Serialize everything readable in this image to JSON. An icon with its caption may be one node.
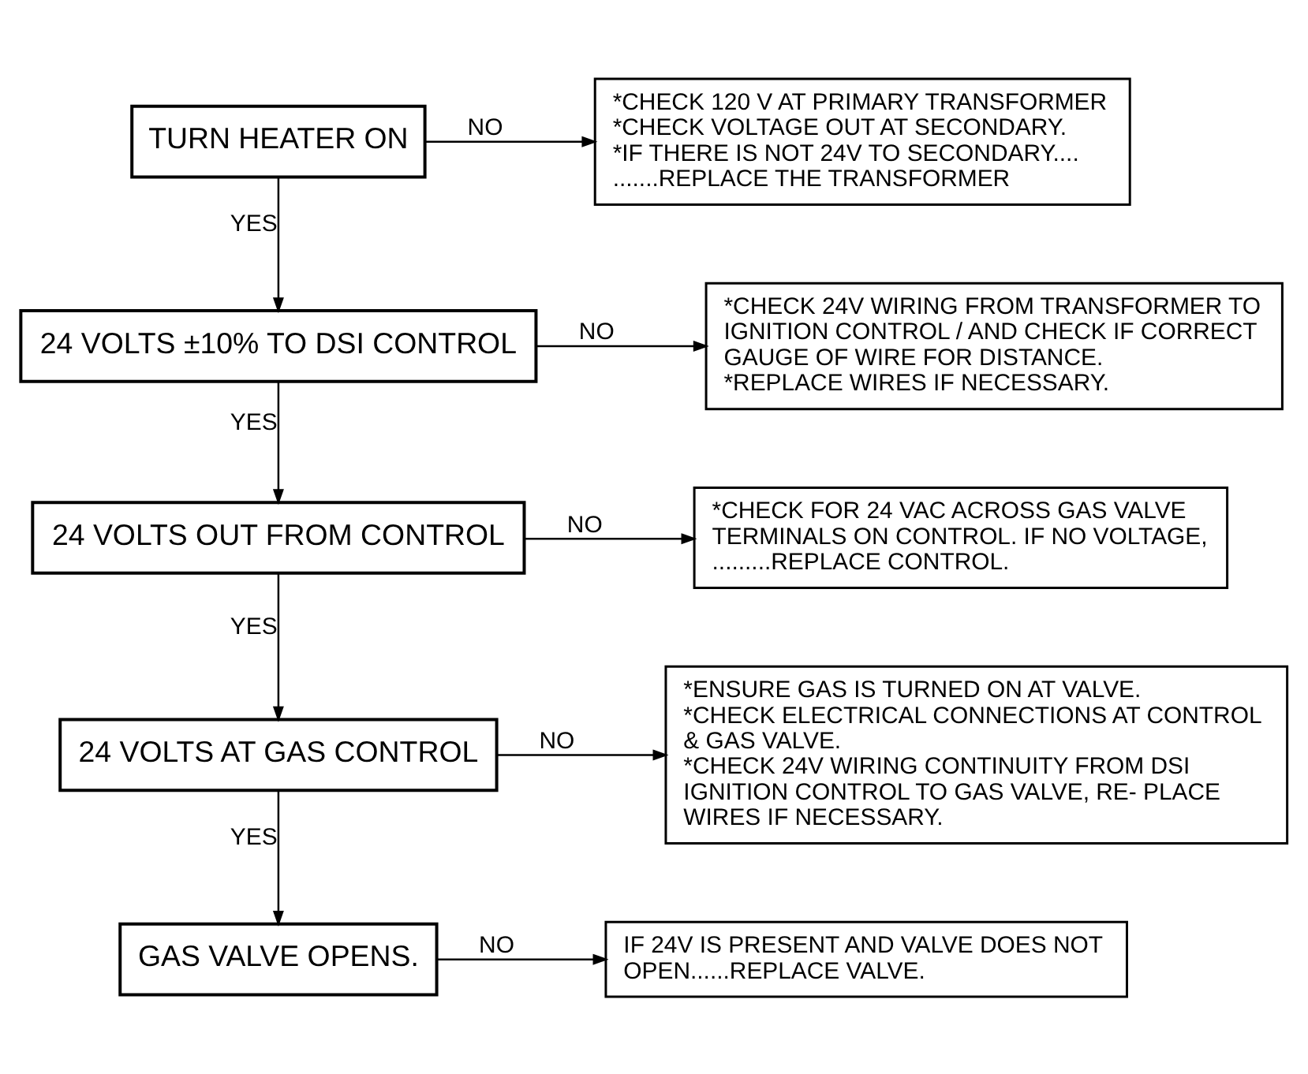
{
  "diagram": {
    "nodes": [
      {
        "text": [
          "TURN HEATER ON"
        ]
      },
      {
        "text": [
          "*CHECK 120 V AT PRIMARY TRANSFORMER",
          "*CHECK VOLTAGE OUT AT SECONDARY.",
          "*IF THERE IS NOT 24V TO SECONDARY.... .......REPLACE THE TRANSFORMER"
        ]
      },
      {
        "text": [
          "24 VOLTS ±10% TO DSI CONTROL"
        ]
      },
      {
        "text": [
          "*CHECK 24V WIRING FROM TRANSFORMER TO IGNITION CONTROL / AND CHECK IF CORRECT GAUGE OF WIRE FOR DISTANCE.",
          "*REPLACE WIRES IF NECESSARY."
        ]
      },
      {
        "text": [
          "24 VOLTS OUT FROM CONTROL"
        ]
      },
      {
        "text": [
          "*CHECK FOR 24 VAC ACROSS GAS VALVE TERMINALS ON CONTROL. IF NO VOLTAGE, .........REPLACE CONTROL."
        ]
      },
      {
        "text": [
          "24 VOLTS AT GAS CONTROL"
        ]
      },
      {
        "text": [
          "*ENSURE GAS IS TURNED ON AT VALVE.",
          "*CHECK ELECTRICAL CONNECTIONS AT CONTROL & GAS VALVE.",
          "*CHECK 24V WIRING CONTINUITY FROM DSI IGNITION CONTROL TO GAS VALVE, RE- PLACE WIRES IF NECESSARY."
        ]
      },
      {
        "text": [
          "GAS VALVE OPENS."
        ]
      },
      {
        "text": [
          "IF 24V IS PRESENT AND VALVE DOES NOT OPEN......REPLACE VALVE."
        ]
      }
    ],
    "edges": [
      {
        "from": 0,
        "to": 1,
        "arrow": "to",
        "label": "NO"
      },
      {
        "from": 0,
        "to": 2,
        "arrow": "to",
        "label": "YES"
      },
      {
        "from": 2,
        "to": 3,
        "arrow": "to",
        "label": "NO"
      },
      {
        "from": 2,
        "to": 4,
        "arrow": "to",
        "label": "YES"
      },
      {
        "from": 4,
        "to": 5,
        "arrow": "to",
        "label": "NO"
      },
      {
        "from": 4,
        "to": 6,
        "arrow": "to",
        "label": "YES"
      },
      {
        "from": 6,
        "to": 7,
        "arrow": "to",
        "label": "NO"
      },
      {
        "from": 6,
        "to": 8,
        "arrow": "to",
        "label": "YES"
      },
      {
        "from": 8,
        "to": 9,
        "arrow": "to",
        "label": "NO"
      }
    ]
  }
}
